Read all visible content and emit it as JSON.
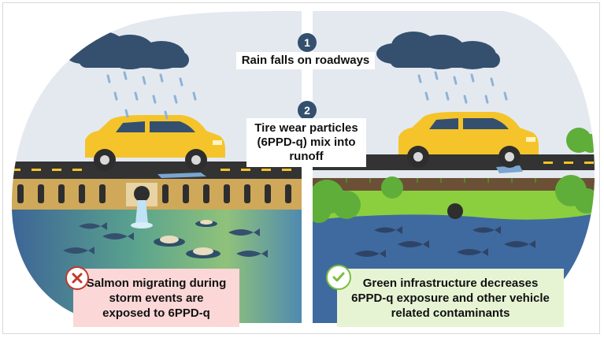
{
  "steps": [
    {
      "number": "1",
      "label": "Rain falls on roadways"
    },
    {
      "number": "2",
      "label": "Tire wear particles (6PPD-q) mix into runoff"
    }
  ],
  "left_panel": {
    "caption": "Salmon migrating during storm events are exposed to 6PPD-q",
    "status_icon": "x-icon",
    "caption_bg": "#fbd7d7",
    "icon_color": "#c0392b"
  },
  "right_panel": {
    "caption": "Green infrastructure decreases 6PPD-q exposure and other vehicle related contaminants",
    "status_icon": "check-icon",
    "caption_bg": "#e6f4d4",
    "icon_color": "#7bbf3e"
  },
  "colors": {
    "sky": "#e4e9f0",
    "cloud": "#34506e",
    "rain": "#8fb3d6",
    "road": "#333333",
    "car": "#f4c42a",
    "water": "#3f6aa0",
    "polluted_water": "#6fb38a",
    "grass": "#8bcf3f",
    "bridge": "#cfa85a"
  }
}
